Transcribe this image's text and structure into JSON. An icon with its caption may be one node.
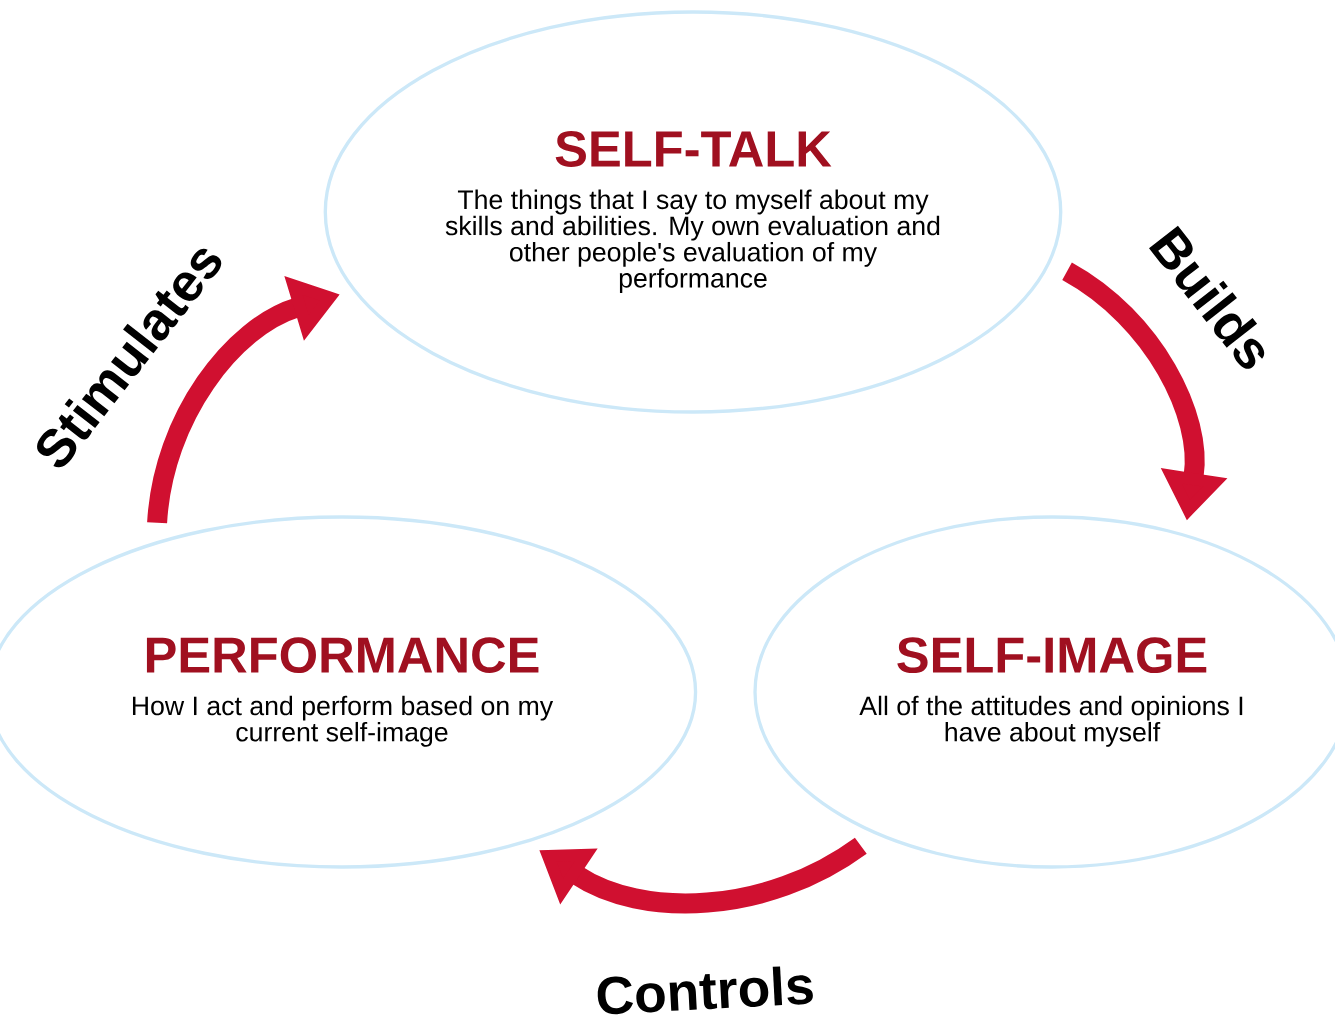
{
  "diagram": {
    "nodes": [
      {
        "text": [
          "SELF-TALK",
          "The things that I say to myself about my skills and abilities. My own evaluation and other people's evaluation of my performance"
        ]
      },
      {
        "text": [
          "SELF-IMAGE",
          "All of the attitudes and opinions I have about myself"
        ]
      },
      {
        "text": [
          "PERFORMANCE",
          "How I act and perform based on my current self-image"
        ]
      }
    ],
    "edges": [
      {
        "from": 0,
        "to": 1,
        "arrow": "to",
        "label": "Builds"
      },
      {
        "from": 1,
        "to": 2,
        "arrow": "to",
        "label": "Controls"
      },
      {
        "from": 2,
        "to": 0,
        "arrow": "to",
        "label": "Stimulates"
      }
    ]
  }
}
